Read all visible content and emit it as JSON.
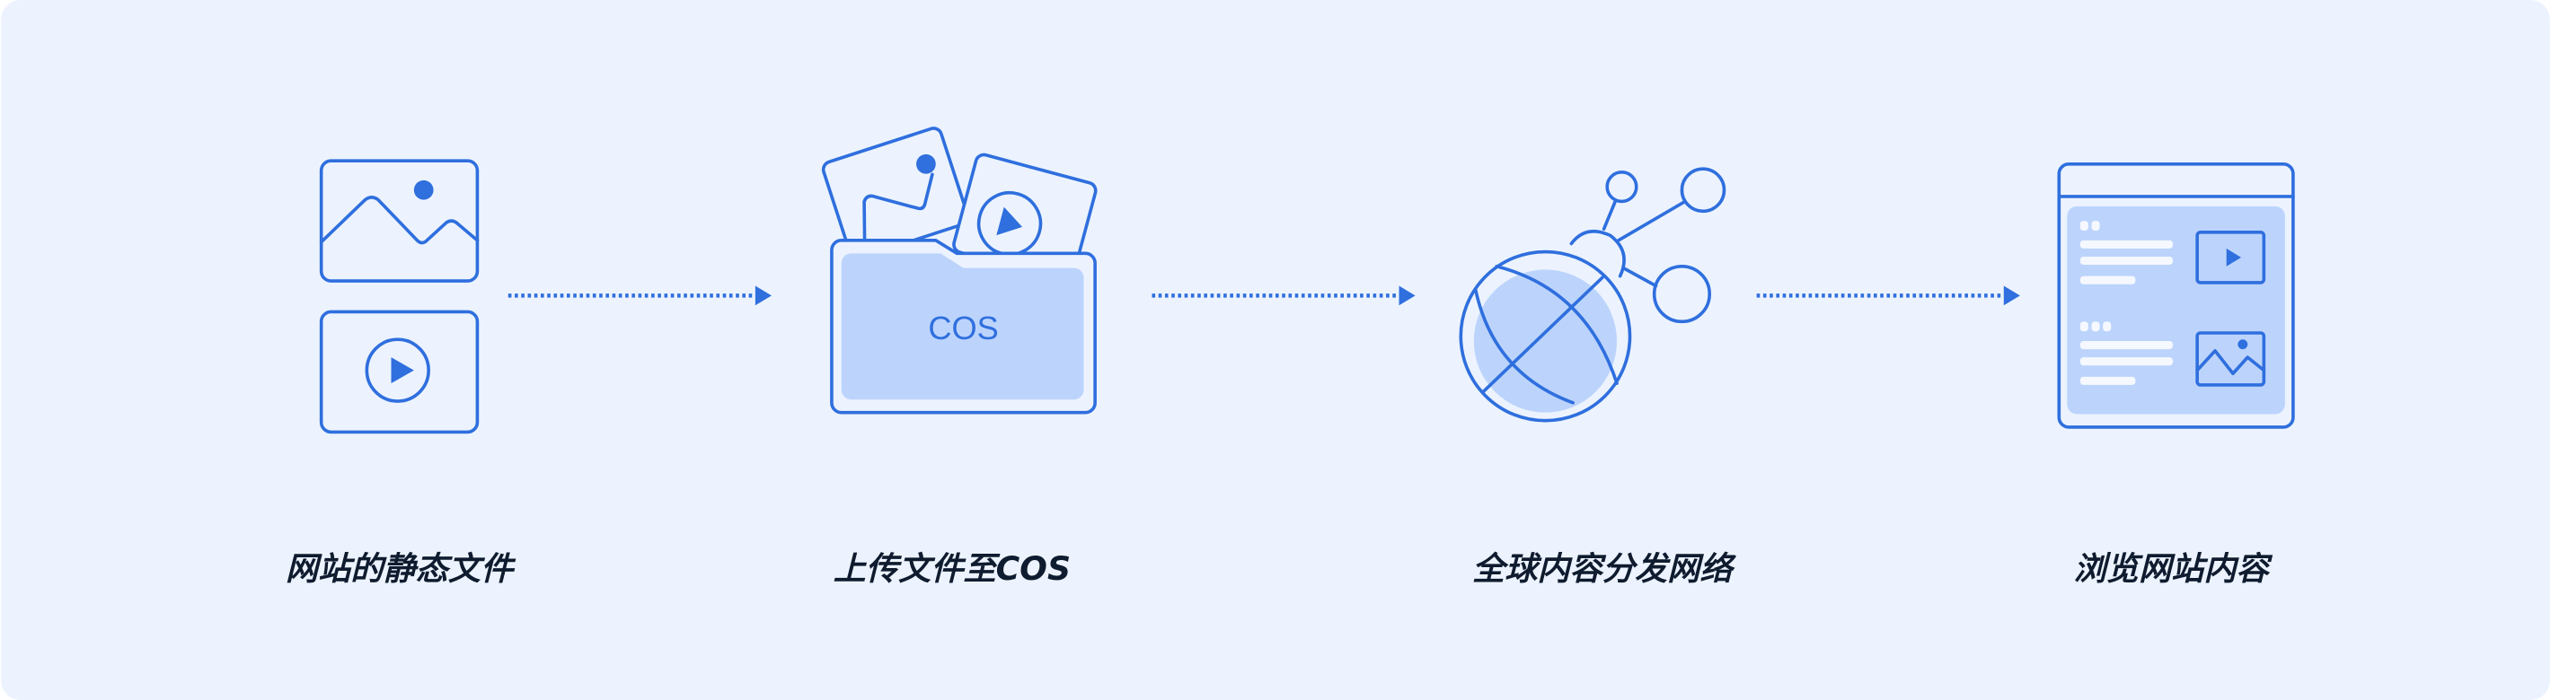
{
  "steps": [
    {
      "label": "网站的静态文件",
      "icon": "static-files-icon"
    },
    {
      "label": "上传文件至COS",
      "icon": "cos-folder-icon",
      "folder_text": "COS"
    },
    {
      "label": "全球内容分发网络",
      "icon": "cdn-globe-icon"
    },
    {
      "label": "浏览网站内容",
      "icon": "browser-page-icon"
    }
  ],
  "colors": {
    "background": "#ecf3fe",
    "accent": "#2f6fde",
    "fill_light": "#bcd4fc",
    "text": "#0f1b2e"
  }
}
